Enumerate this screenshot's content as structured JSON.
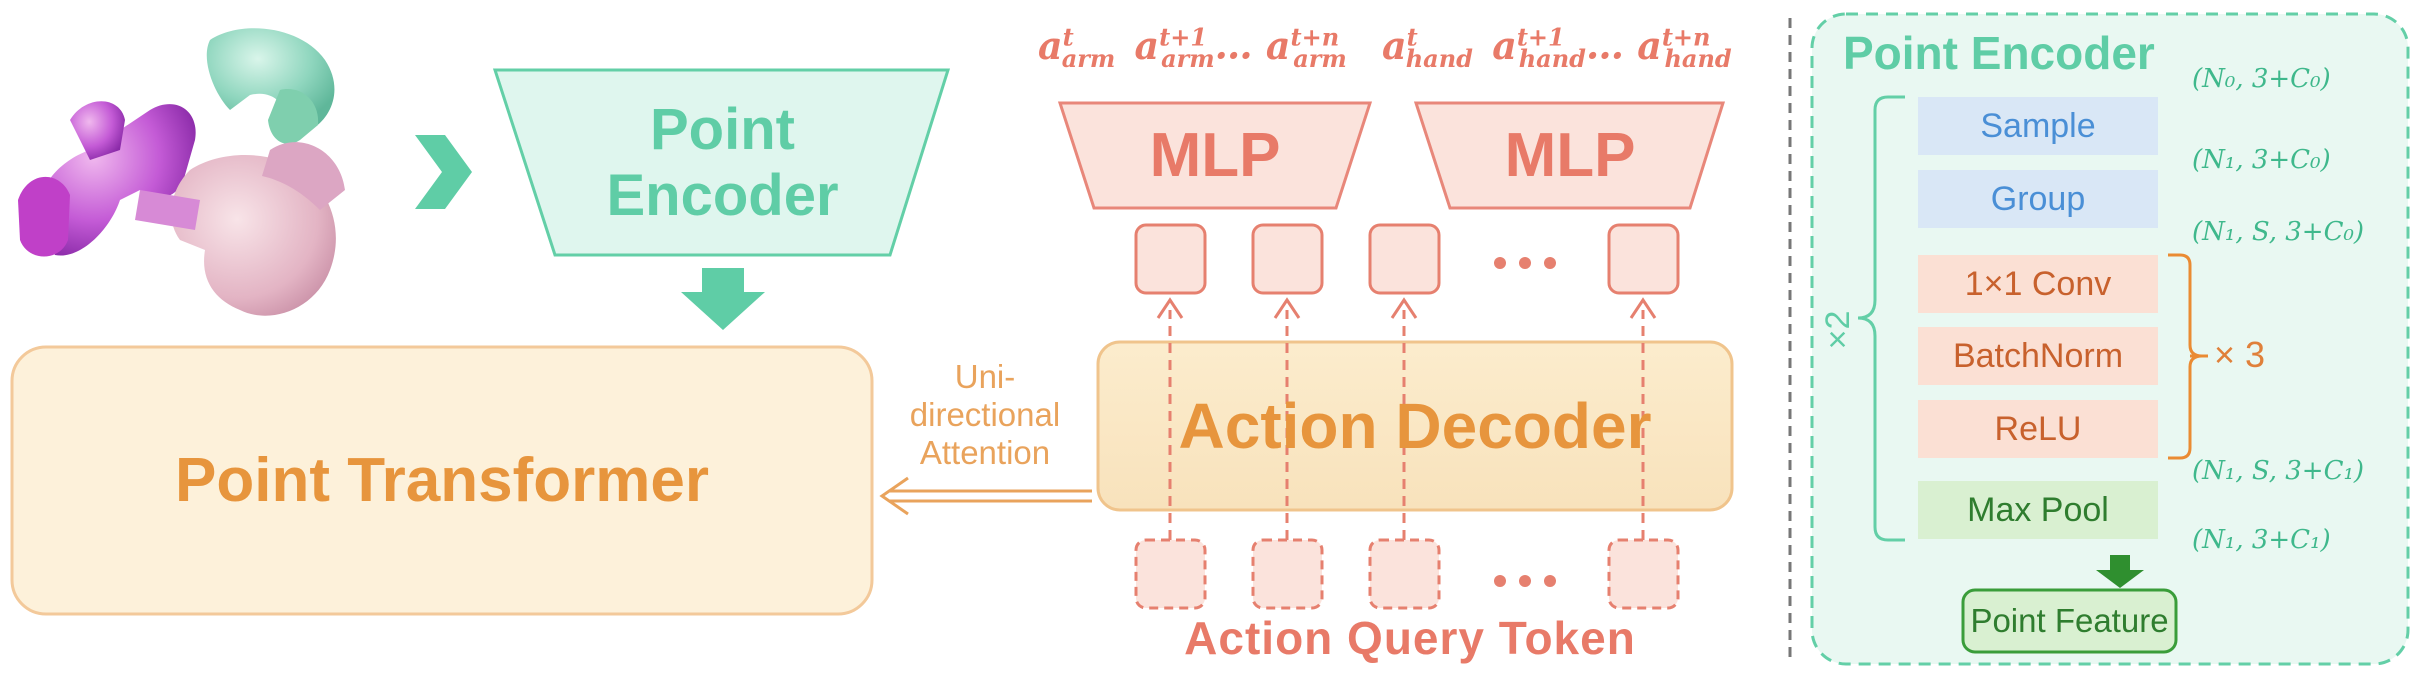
{
  "colors": {
    "encoder_green": "#5fcda6",
    "transformer_orange": "#e7953d",
    "mlp_salmon": "#e87a68",
    "attention_orange": "#e9a35c",
    "sample_blue": "#4a8fd6",
    "conv_orange": "#c8612d",
    "pool_green": "#2f7d2f"
  },
  "left_diagram": {
    "point_encoder": {
      "line1": "Point",
      "line2": "Encoder"
    },
    "point_transformer": "Point Transformer",
    "attention": {
      "line1": "Uni-",
      "line2": "directional",
      "line3": "Attention"
    }
  },
  "decoder": {
    "mlp_arm": "MLP",
    "mlp_hand": "MLP",
    "action_decoder": "Action Decoder",
    "query_tokens": "Action Query Token",
    "outputs": {
      "arm": {
        "base": "a",
        "sub": "arm",
        "sup_t": "t",
        "sup_t1": "t+1",
        "sup_tn": "t+n"
      },
      "hand": {
        "base": "a",
        "sub": "hand",
        "sup_t": "t",
        "sup_t1": "t+1",
        "sup_tn": "t+n"
      },
      "ellipsis": "…"
    }
  },
  "right_panel": {
    "title": "Point Encoder",
    "blocks": {
      "sample": "Sample",
      "group": "Group",
      "conv": "1×1 Conv",
      "batchnorm": "BatchNorm",
      "relu": "ReLU",
      "maxpool": "Max Pool"
    },
    "output": "Point Feature",
    "repeat_outer": "×2",
    "repeat_inner": "× 3",
    "shapes": [
      "(N₀, 3+C₀)",
      "(N₁, 3+C₀)",
      "(N₁, S, 3+C₀)",
      "(N₁, S, 3+C₁)",
      "(N₁, 3+C₁)"
    ]
  }
}
